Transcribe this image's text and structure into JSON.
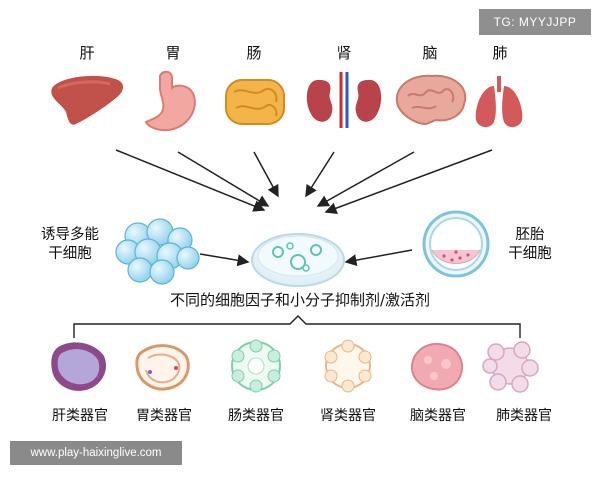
{
  "watermark": "TG: MYYJJPP",
  "url": "www.play-haixinglive.com",
  "organs": [
    "肝",
    "胃",
    "肠",
    "肾",
    "脑",
    "肺"
  ],
  "left_source": {
    "line1": "诱导多能",
    "line2": "干细胞"
  },
  "right_source": {
    "line1": "胚胎",
    "line2": "干细胞"
  },
  "center_label": "不同的细胞因子和小分子抑制剂/激活剂",
  "organoids": [
    "肝类器官",
    "胃类器官",
    "肠类器官",
    "肾类器官",
    "脑类器官",
    "肺类器官"
  ],
  "colors": {
    "liver": "#c0524a",
    "stomach": "#f2a8a0",
    "intestine": "#f3b44a",
    "kidney": "#b8434a",
    "brain": "#e8a89c",
    "lung": "#d35a5a",
    "stem_cell": "#a8dcef",
    "dish": "#dfeff6"
  }
}
